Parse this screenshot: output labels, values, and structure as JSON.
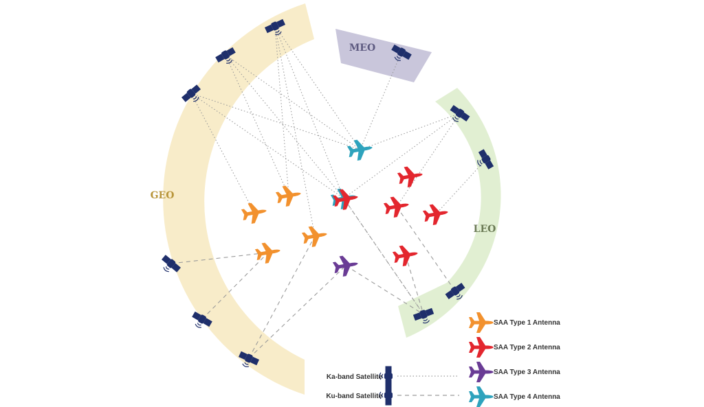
{
  "orbits": {
    "geo": {
      "label": "GEO",
      "fill": "#f8ecc9",
      "label_color": "#b8953a"
    },
    "meo": {
      "label": "MEO",
      "fill": "#c9c6db",
      "label_color": "#5d5a80"
    },
    "leo": {
      "label": "LEO",
      "fill": "#e1efd2",
      "label_color": "#6b7a55"
    }
  },
  "colors": {
    "satellite": "#1f2f6b",
    "type1": "#f2912e",
    "type2": "#e3262e",
    "type3": "#6a3c95",
    "type4": "#2ea3bd",
    "link": "#9a9a9a"
  },
  "legend": {
    "ka_band": "Ka-band Satellite",
    "ku_band": "Ku-band Satellite",
    "type1": "SAA Type 1 Antenna",
    "type2": "SAA Type 2 Antenna",
    "type3": "SAA Type 3 Antenna",
    "type4": "SAA Type 4 Antenna"
  }
}
